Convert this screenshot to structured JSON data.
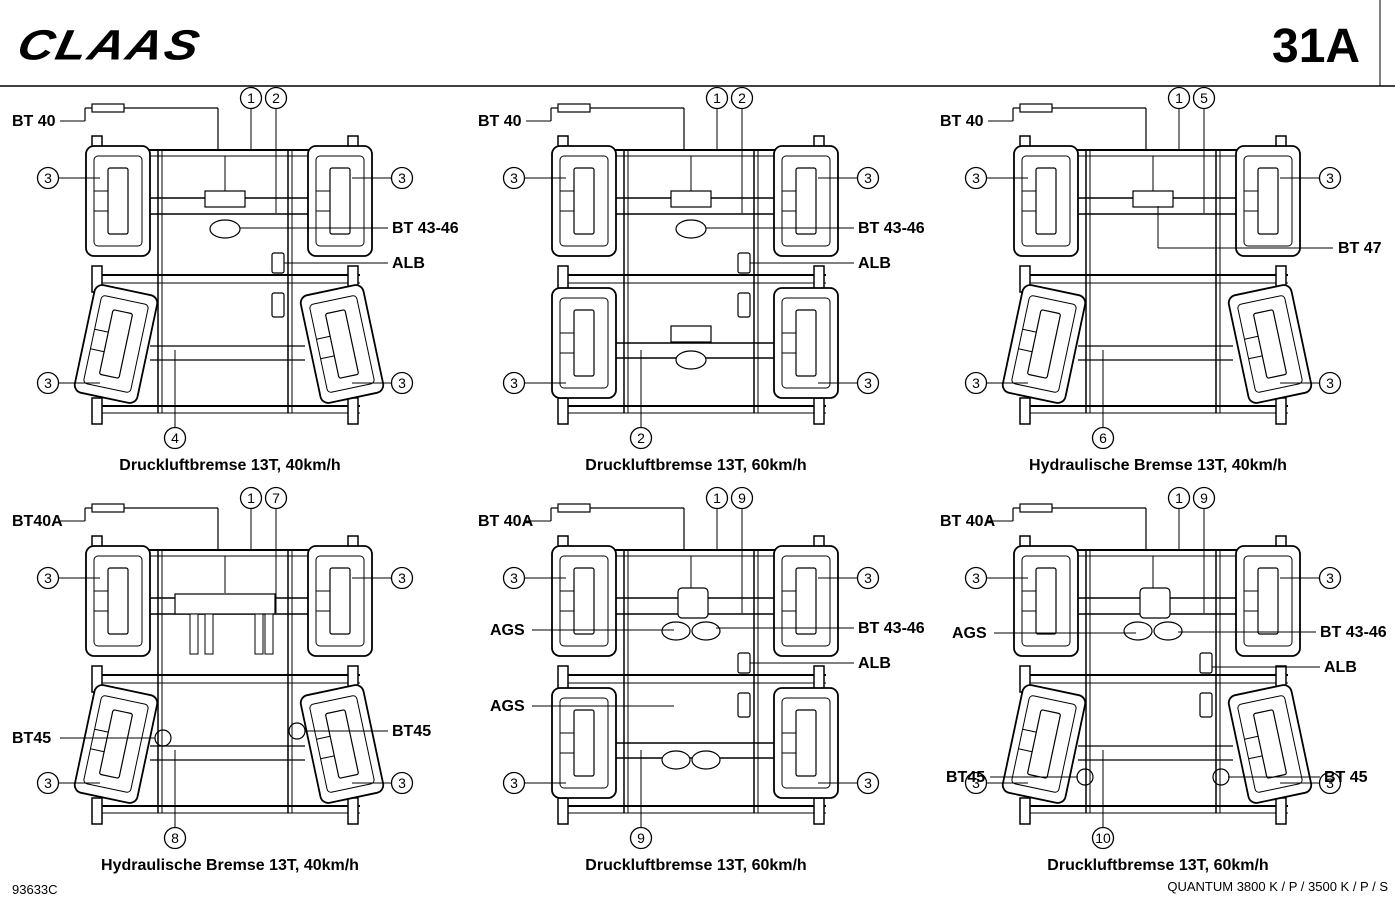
{
  "header": {
    "logo": "CLAAS",
    "code": "31A"
  },
  "footer": {
    "drawing_no": "93633C",
    "model": "QUANTUM 3800 K / P / 3500 K / P / S"
  },
  "panels": [
    {
      "caption": "Druckluftbremse 13T, 40km/h",
      "line": "BT 40",
      "pos_a": "1",
      "pos_b": "2",
      "wheel": "3",
      "bottom": "4",
      "labels": [
        "BT 43-46",
        "ALB"
      ],
      "type": "air1"
    },
    {
      "caption": "Druckluftbremse 13T, 60km/h",
      "line": "BT 40",
      "pos_a": "1",
      "pos_b": "2",
      "wheel": "3",
      "bottom": "2",
      "labels": [
        "BT 43-46",
        "ALB"
      ],
      "type": "air2"
    },
    {
      "caption": "Hydraulische Bremse 13T, 40km/h",
      "line": "BT 40",
      "pos_a": "1",
      "pos_b": "5",
      "wheel": "3",
      "bottom": "6",
      "labels": [
        "BT 47"
      ],
      "type": "hyd1"
    },
    {
      "caption": "Hydraulische Bremse 13T, 40km/h",
      "line": "BT40A",
      "pos_a": "1",
      "pos_b": "7",
      "wheel": "3",
      "bottom": "8",
      "labels": [
        "BT45",
        "BT45"
      ],
      "type": "hyd2"
    },
    {
      "caption": "Druckluftbremse 13T, 60km/h",
      "line": "BT 40A",
      "pos_a": "1",
      "pos_b": "9",
      "wheel": "3",
      "bottom": "9",
      "labels": [
        "AGS",
        "BT 43-46",
        "ALB",
        "AGS"
      ],
      "type": "air3"
    },
    {
      "caption": "Druckluftbremse 13T, 60km/h",
      "line": "BT 40A",
      "pos_a": "1",
      "pos_b": "9",
      "wheel": "3",
      "bottom": "10",
      "labels": [
        "AGS",
        "BT 43-46",
        "ALB",
        "BT45",
        "BT 45"
      ],
      "type": "air4"
    }
  ]
}
